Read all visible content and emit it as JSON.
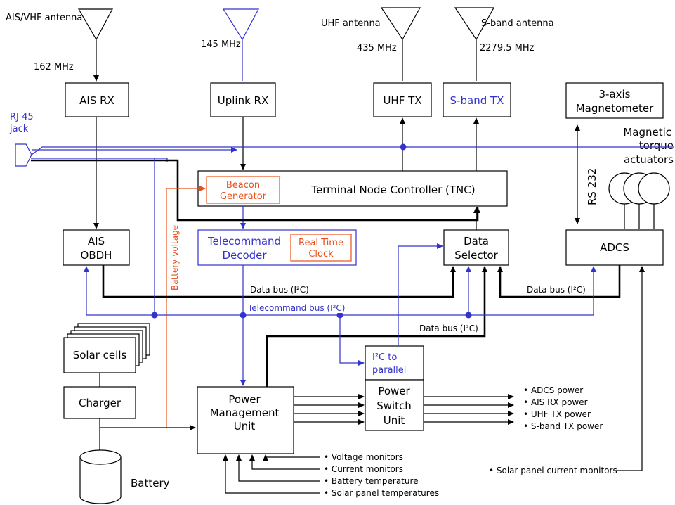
{
  "antennas": {
    "ais_vhf": "AIS/VHF antenna",
    "uhf": "UHF antenna",
    "sband": "S-band antenna"
  },
  "frequencies": {
    "ais": "162 MHz",
    "uplink": "145 MHz",
    "uhf": "435 MHz",
    "sband": "2279.5 MHz"
  },
  "blocks": {
    "ais_rx": "AIS RX",
    "uplink_rx": "Uplink RX",
    "uhf_tx": "UHF TX",
    "sband_tx": "S-band TX",
    "magnetometer_1": "3-axis",
    "magnetometer_2": "Magnetometer",
    "tnc": "Terminal Node Controller (TNC)",
    "beacon_1": "Beacon",
    "beacon_2": "Generator",
    "ais_obdh_1": "AIS",
    "ais_obdh_2": "OBDH",
    "tc_decoder_1": "Telecommand",
    "tc_decoder_2": "Decoder",
    "rtc_1": "Real Time",
    "rtc_2": "Clock",
    "data_selector_1": "Data",
    "data_selector_2": "Selector",
    "adcs": "ADCS",
    "solar_cells": "Solar cells",
    "charger": "Charger",
    "battery": "Battery",
    "pmu_1": "Power",
    "pmu_2": "Management",
    "pmu_3": "Unit",
    "i2c_parallel_1": "I²C to",
    "i2c_parallel_2": "parallel",
    "psu_1": "Power",
    "psu_2": "Switch",
    "psu_3": "Unit"
  },
  "labels": {
    "rj45_1": "RJ-45",
    "rj45_2": "jack",
    "magnetic_1": "Magnetic",
    "magnetic_2": "torque",
    "magnetic_3": "actuators",
    "rs232": "RS 232",
    "battery_voltage": "Battery voltage",
    "data_bus_1": "Data bus (I²C)",
    "data_bus_2": "Data bus (I²C)",
    "data_bus_3": "Data bus (I²C)",
    "telecommand_bus": "Telecommand bus (I²C)"
  },
  "power_outputs": [
    "• ADCS power",
    "• AIS RX power",
    "• UHF TX power",
    "• S-band TX power"
  ],
  "monitors": [
    "• Voltage monitors",
    "• Current monitors",
    "• Battery temperature",
    "• Solar panel temperatures"
  ],
  "solar_current": "• Solar panel current monitors",
  "colors": {
    "bus_blue": "#3333cc",
    "battery_red": "#e8501a",
    "black": "#000000"
  }
}
